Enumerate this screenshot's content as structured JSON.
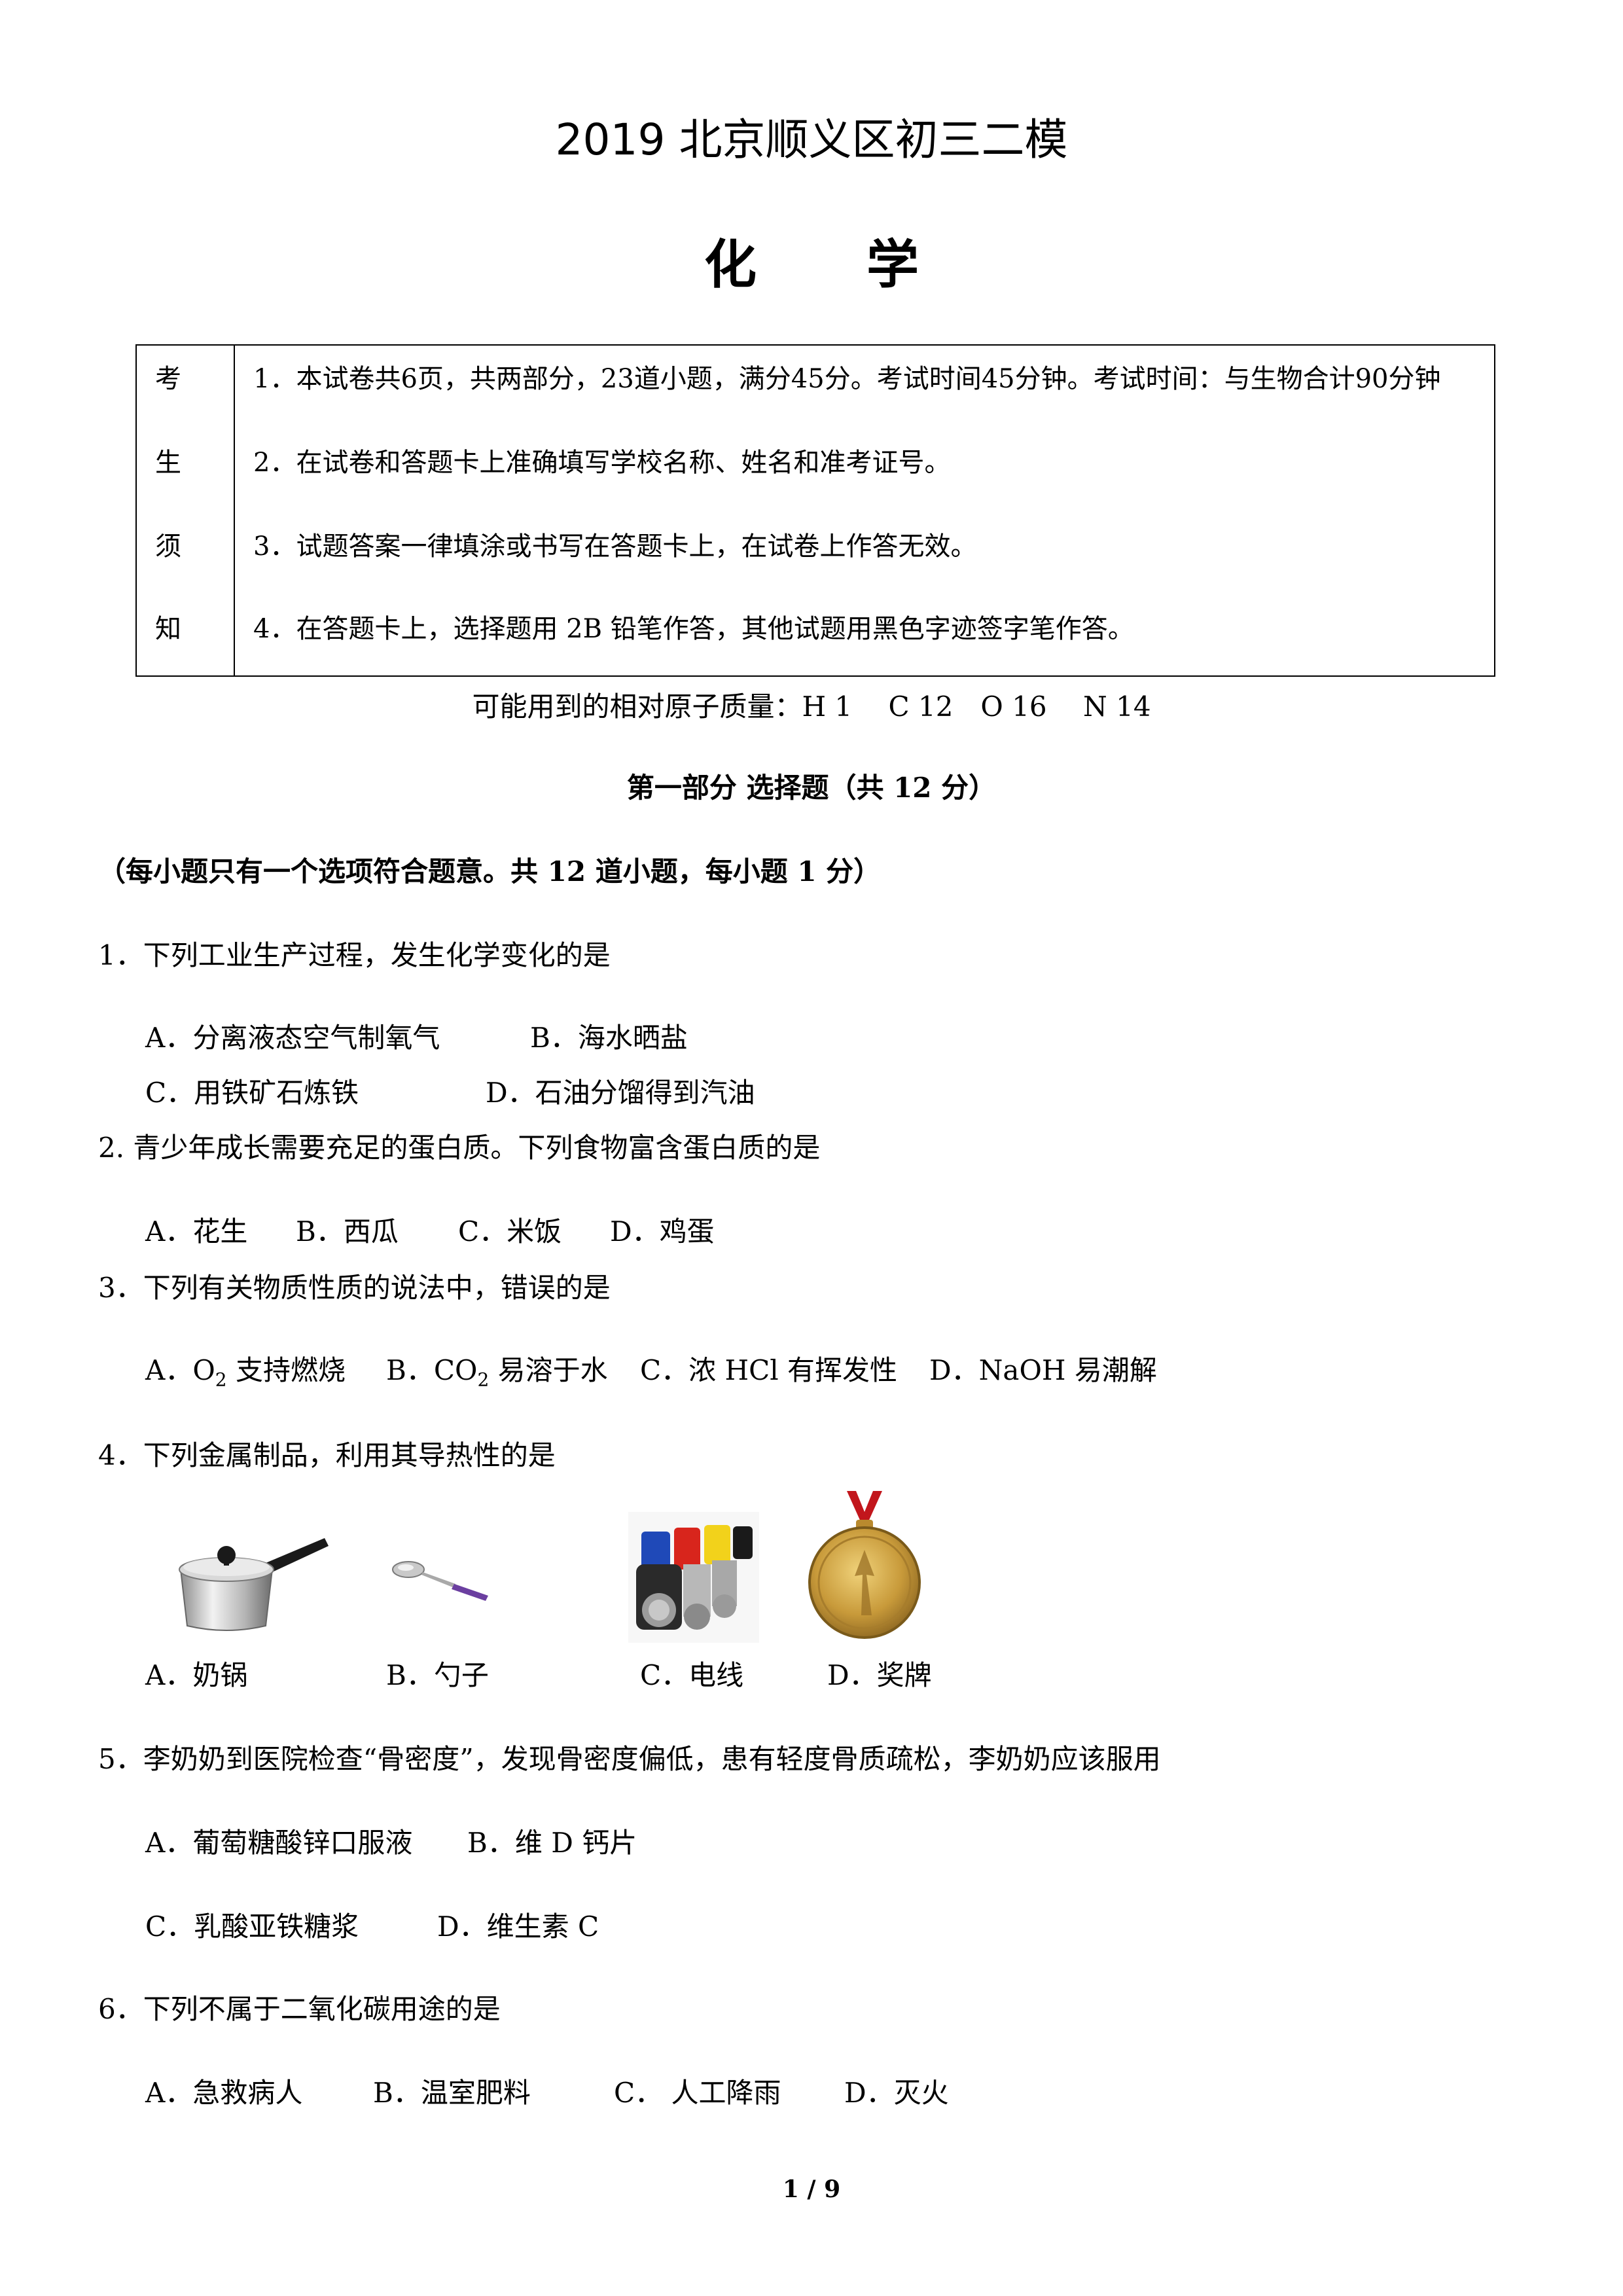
{
  "header": {
    "title": "2019 北京顺义区初三二模",
    "subject_chars": [
      "化",
      "学"
    ]
  },
  "notice": {
    "label_chars": [
      "考",
      "生",
      "须",
      "知"
    ],
    "items": [
      "1．本试卷共6页，共两部分，23道小题，满分45分。考试时间45分钟。考试时间：与生物合计90分钟",
      "2．在试卷和答题卡上准确填写学校名称、姓名和准考证号。",
      "3．试题答案一律填涂或书写在答题卡上，在试卷上作答无效。",
      "4．在答题卡上，选择题用 2B 铅笔作答，其他试题用黑色字迹签字笔作答。"
    ]
  },
  "atomic_masses": "可能用到的相对原子质量：H 1　 C 12　O 16　 N 14",
  "part1": {
    "heading": "第一部分  选择题（共 12 分）",
    "instruction": "（每小题只有一个选项符合题意。共 12 道小题，每小题 1 分）"
  },
  "questions": [
    {
      "stem": "1．下列工业生产过程，发生化学变化的是",
      "options": [
        "A．分离液态空气制氧气",
        "B．海水晒盐",
        "C．用铁矿石炼铁",
        "D．石油分馏得到汽油"
      ]
    },
    {
      "stem": "2. 青少年成长需要充足的蛋白质。下列食物富含蛋白质的是",
      "options": [
        "A．花生",
        "B．西瓜",
        "C．米饭",
        "D．鸡蛋"
      ]
    },
    {
      "stem": "3．下列有关物质性质的说法中，错误的是",
      "options": [
        {
          "pre": "A．O",
          "sub": "2",
          "post": " 支持燃烧"
        },
        {
          "pre": "B．CO",
          "sub": "2",
          "post": " 易溶于水"
        },
        "C．浓 HCl 有挥发性",
        "D．NaOH 易潮解"
      ]
    },
    {
      "stem": "4．下列金属制品，利用其导热性的是",
      "options": [
        "A．奶锅",
        "B．勺子",
        "C．电线",
        "D．奖牌"
      ],
      "image_icons": [
        "saucepan-icon",
        "spoon-icon",
        "electric-wire-icon",
        "medal-icon"
      ]
    },
    {
      "stem": "5．李奶奶到医院检查“骨密度”，发现骨密度偏低，患有轻度骨质疏松，李奶奶应该服用",
      "options": [
        "A．葡萄糖酸锌口服液",
        "B．维 D 钙片",
        "C．乳酸亚铁糖浆",
        "D．维生素 C"
      ]
    },
    {
      "stem": "6．下列不属于二氧化碳用途的是",
      "options": [
        "A．急救病人",
        "B．温室肥料",
        "C．  人工降雨",
        "D．灭火"
      ]
    }
  ],
  "footer": {
    "page_indicator": "1 / 9"
  }
}
